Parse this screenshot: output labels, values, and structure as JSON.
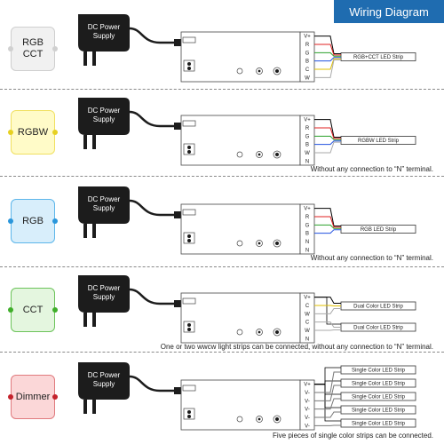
{
  "header": {
    "title": "Wiring Diagram"
  },
  "psu_label_1": "DC Power",
  "psu_label_2": "Supply",
  "rows": [
    {
      "mode": "RGB\nCCT",
      "terminals": [
        "V+",
        "R",
        "G",
        "B",
        "C",
        "W"
      ],
      "strips": [
        "RGB+CCT LED Strip"
      ],
      "note": "",
      "badge_bg": "#f1f1f1",
      "badge_border": "#cfcfcf",
      "dot": "#d0d0d0",
      "wire_colors": [
        "#000000",
        "#e02020",
        "#2aa02a",
        "#2050e0",
        "#e0c000",
        "#aaaaaa"
      ]
    },
    {
      "mode": "RGBW",
      "terminals": [
        "V+",
        "R",
        "G",
        "B",
        "W",
        "N"
      ],
      "strips": [
        "RGBW LED Strip"
      ],
      "note": "Without any connection to “N” terminal.",
      "badge_bg": "#fffbc8",
      "badge_border": "#f0e060",
      "dot": "#e6d020",
      "wire_colors": [
        "#000000",
        "#e02020",
        "#2aa02a",
        "#2050e0",
        "#aaaaaa"
      ]
    },
    {
      "mode": "RGB",
      "terminals": [
        "V+",
        "R",
        "G",
        "B",
        "N",
        "N"
      ],
      "strips": [
        "RGB LED Strip"
      ],
      "note": "Without any connection to “N” terminal.",
      "badge_bg": "#d8eefb",
      "badge_border": "#5db6ea",
      "dot": "#2a96db",
      "wire_colors": [
        "#000000",
        "#e02020",
        "#2aa02a",
        "#2050e0"
      ]
    },
    {
      "mode": "CCT",
      "terminals": [
        "V+",
        "C",
        "W",
        "C",
        "W",
        "N"
      ],
      "strips": [
        "Dual Color LED Strip",
        "Dual Color LED Strip"
      ],
      "note": "One or two wwcw light strips can be connected, without any connection to “N” terminal.",
      "badge_bg": "#e4f6df",
      "badge_border": "#6cc35a",
      "dot": "#3fae2a",
      "wire_colors": [
        "#000000",
        "#e0c000",
        "#aaaaaa"
      ]
    },
    {
      "mode": "Dimmer",
      "terminals": [
        "V+",
        "V-",
        "V-",
        "V-",
        "V-",
        "V-"
      ],
      "strips": [
        "Single Color LED Strip",
        "Single Color LED Strip",
        "Single Color LED Strip",
        "Single Color LED Strip",
        "Single Color LED Strip"
      ],
      "note": "Five pieces of single color strips can be connected.",
      "badge_bg": "#fbd7d8",
      "badge_border": "#e07a7e",
      "dot": "#c4222c",
      "wire_colors": [
        "#000000",
        "#777777"
      ]
    }
  ]
}
